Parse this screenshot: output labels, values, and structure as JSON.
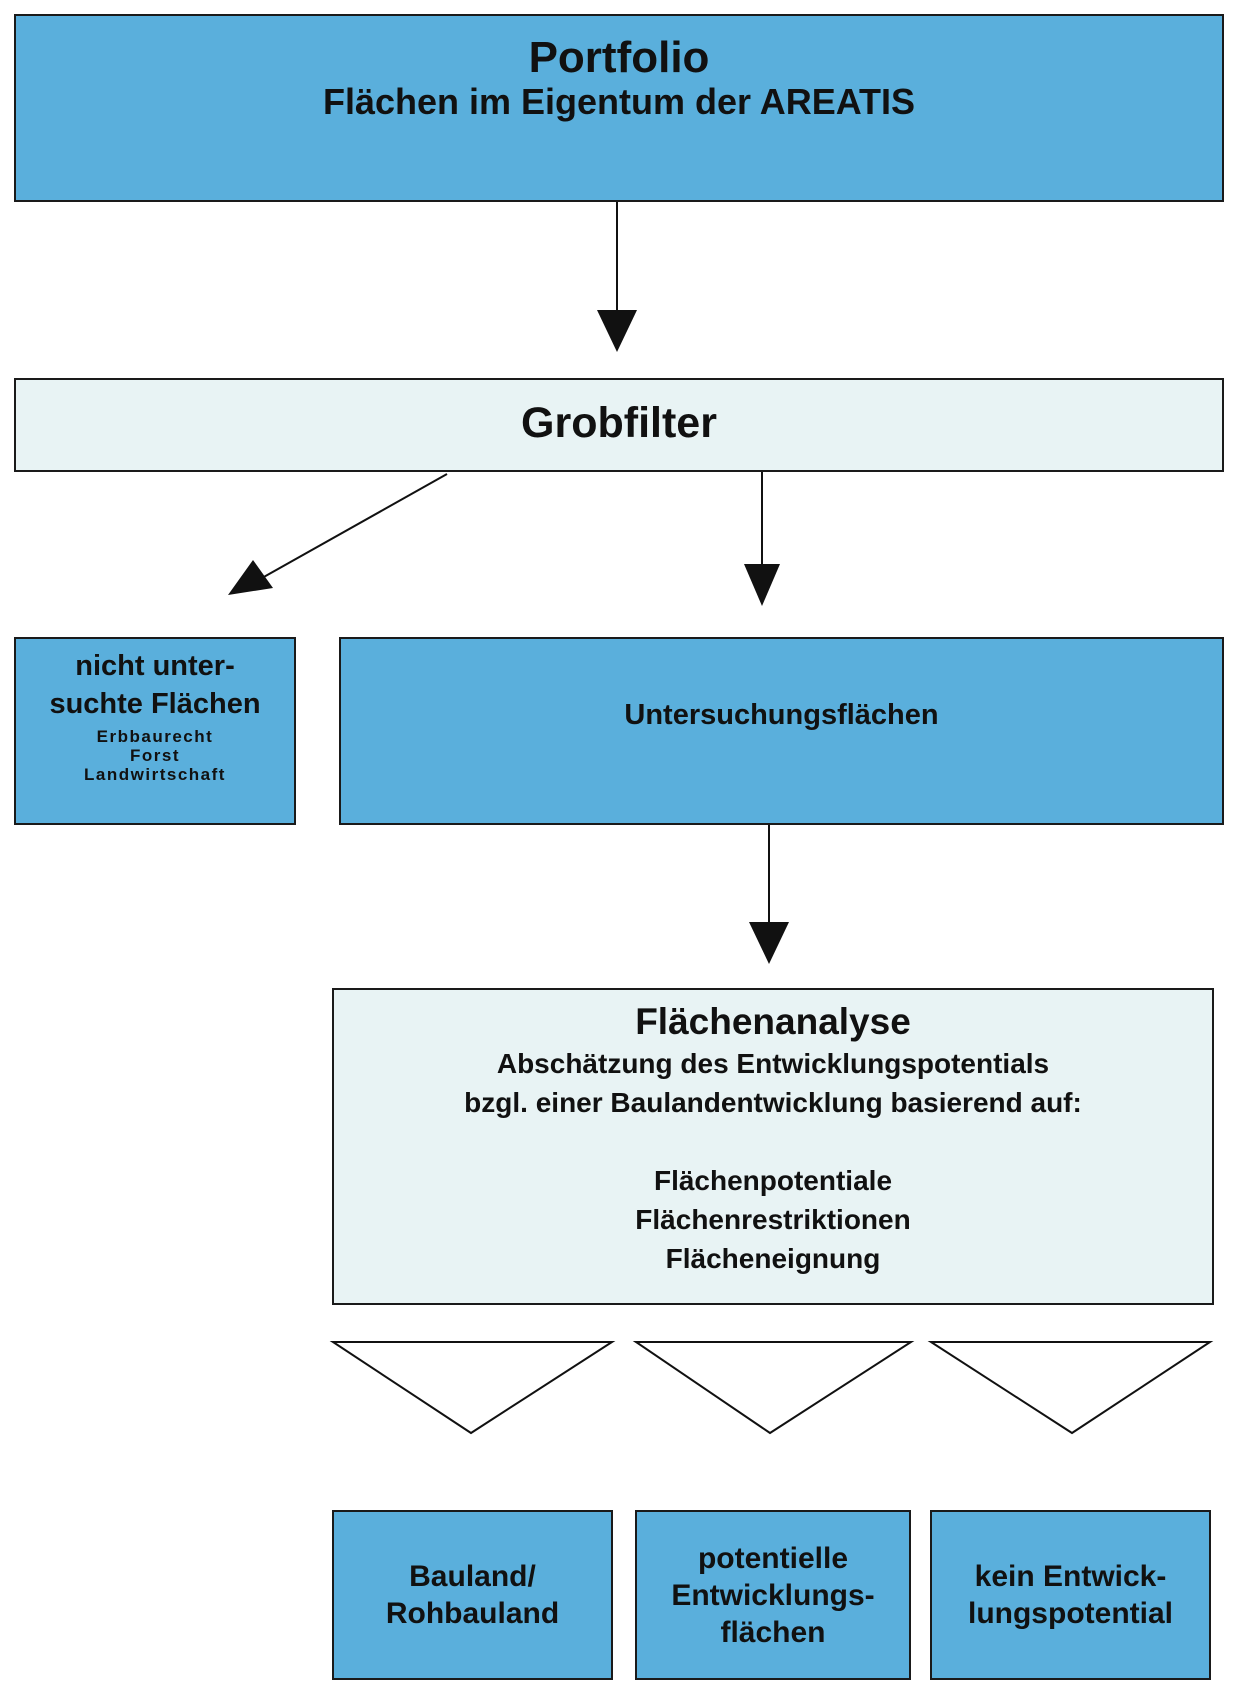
{
  "portfolio": {
    "title": "Portfolio",
    "subtitle": "Flächen im Eigentum der AREATIS"
  },
  "grobfilter": {
    "title": "Grobfilter"
  },
  "nicht_untersucht": {
    "line1": "nicht unter-",
    "line2": "suchte Flächen",
    "items": [
      "Erbbaurecht",
      "Forst",
      "Landwirtschaft"
    ]
  },
  "untersuchung": {
    "title": "Untersuchungsflächen"
  },
  "analyse": {
    "title": "Flächenanalyse",
    "line1": "Abschätzung des Entwicklungspotentials",
    "line2": "bzgl. einer Baulandentwicklung basierend auf:",
    "criteria": [
      "Flächenpotentiale",
      "Flächenrestriktionen",
      "Flächeneignung"
    ]
  },
  "outcomes": [
    {
      "lines": [
        "Bauland/",
        "Rohbauland"
      ]
    },
    {
      "lines": [
        "potentielle",
        "Entwicklungs-",
        "flächen"
      ]
    },
    {
      "lines": [
        "kein Entwick-",
        "lungspotential"
      ]
    }
  ],
  "colors": {
    "box_blue": "#5aafdc",
    "box_pale": "#e8f3f4",
    "stroke": "#1a1a1a"
  }
}
